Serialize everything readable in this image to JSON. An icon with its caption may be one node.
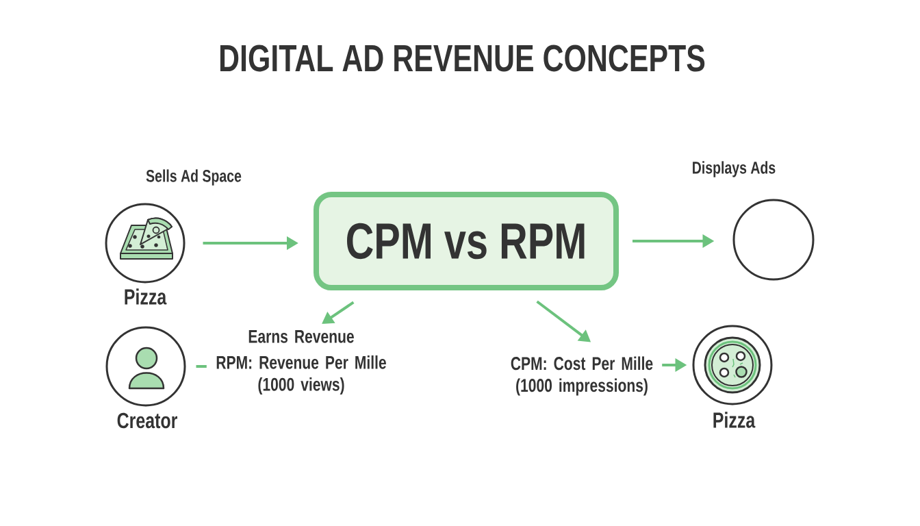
{
  "diagram": {
    "title": "DIGITAL AD REVENUE CONCEPTS",
    "nodes": [
      {
        "text": [
          "Pizza"
        ],
        "beside": [
          "Sells Ad Space"
        ]
      },
      {
        "text": [
          "CPM vs RPM"
        ]
      },
      {
        "text": [],
        "shape": "circle",
        "beside": [
          "Displays Ads"
        ]
      },
      {
        "text": [
          "Creator"
        ]
      },
      {
        "text": [
          "Earns Revenue",
          "RPM: Revenue Per Mille (1000 views)"
        ]
      },
      {
        "text": [
          "CPM: Cost Per Mille (1000 impressions)"
        ]
      },
      {
        "text": [
          "Pizza"
        ]
      }
    ],
    "edges": [
      {
        "from": 0,
        "to": 1,
        "arrow": "to"
      },
      {
        "from": 1,
        "to": 2,
        "arrow": "to"
      },
      {
        "from": 1,
        "to": 4,
        "arrow": "to"
      },
      {
        "from": 3,
        "to": 4,
        "arrow": "none"
      },
      {
        "from": 1,
        "to": 5,
        "arrow": "to"
      },
      {
        "from": 5,
        "to": 6,
        "arrow": "to"
      }
    ]
  }
}
